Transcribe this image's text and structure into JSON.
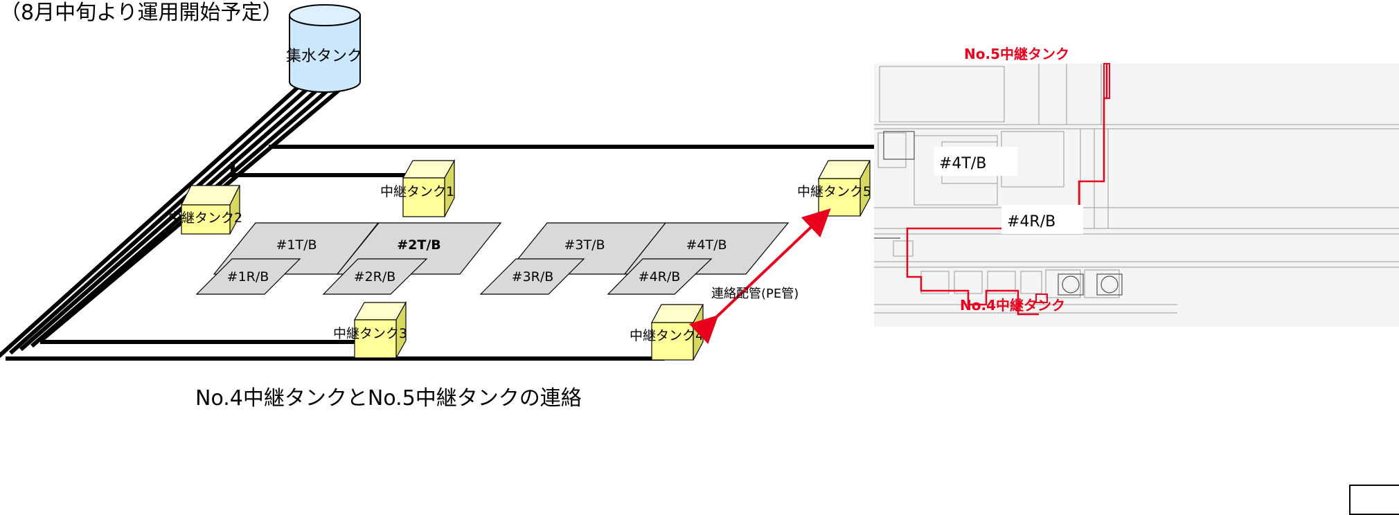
{
  "header": {
    "note": "（8月中旬より運用開始予定）"
  },
  "collection_tank": {
    "label": "集水タンク"
  },
  "relay_tanks": [
    {
      "id": "tank1",
      "label": "中継タンク1"
    },
    {
      "id": "tank2",
      "label": "中継タンク2"
    },
    {
      "id": "tank3",
      "label": "中継タンク3"
    },
    {
      "id": "tank4",
      "label": "中継タンク4"
    },
    {
      "id": "tank5",
      "label": "中継タンク5"
    }
  ],
  "buildings": [
    {
      "id": "1tb",
      "label": "#1T/B"
    },
    {
      "id": "2tb",
      "label": "#2T/B"
    },
    {
      "id": "3tb",
      "label": "#3T/B"
    },
    {
      "id": "4tb",
      "label": "#4T/B"
    },
    {
      "id": "1rb",
      "label": "#1R/B"
    },
    {
      "id": "2rb",
      "label": "#2R/B"
    },
    {
      "id": "3rb",
      "label": "#3R/B"
    },
    {
      "id": "4rb",
      "label": "#4R/B"
    }
  ],
  "connection_label": "連絡配管(PE管)",
  "caption": "No.4中継タンクとNo.5中継タンクの連絡",
  "site_plan": {
    "tank5_label": "No.5中継タンク",
    "tank4_label": "No.4中継タンク",
    "tb_label": "#4T/B",
    "rb_label": "#4R/B"
  },
  "colors": {
    "pipe": "#000000",
    "tank_fill": "#ffff99",
    "building_fill": "#d9d9d9",
    "cylinder_fill": "#cce8ff",
    "highlight": "#e8001c"
  }
}
